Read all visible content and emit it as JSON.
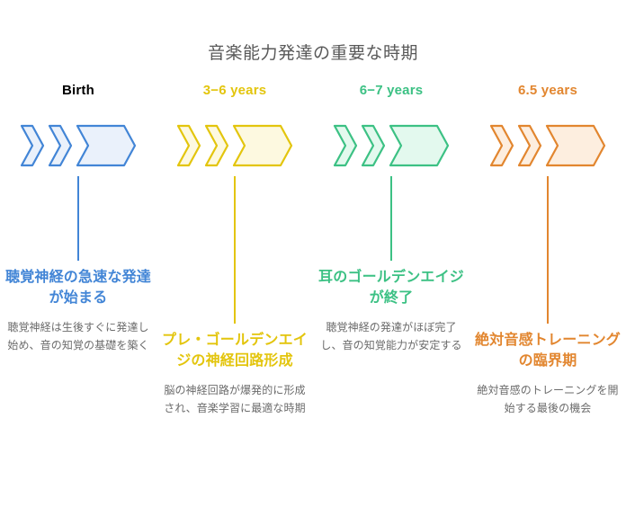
{
  "title": "音楽能力発達の重要な時期",
  "colors": {
    "blue": "#4285d6",
    "blue_fill": "#eaf1fb",
    "yellow": "#e3c50d",
    "yellow_fill": "#fdf9e0",
    "green": "#3cc184",
    "green_fill": "#e3f9ee",
    "orange": "#e2862f",
    "orange_fill": "#fdeedf",
    "title_color": "#595959",
    "desc_color": "#6b6b6b",
    "background": "#ffffff"
  },
  "columns": [
    {
      "period": "Birth",
      "color_key": "blue",
      "headline": "聴覚神経の急速な発達が始まる",
      "description": "聴覚神経は生後すぐに発達し始め、音の知覚の基礎を築く",
      "block_position": "high",
      "connector_length": "short"
    },
    {
      "period": "3−6 years",
      "color_key": "yellow",
      "headline": "プレ・ゴールデンエイジの神経回路形成",
      "description": "脳の神経回路が爆発的に形成され、音楽学習に最適な時期",
      "block_position": "low",
      "connector_length": "long"
    },
    {
      "period": "6−7 years",
      "color_key": "green",
      "headline": "耳のゴールデンエイジが終了",
      "description": "聴覚神経の発達がほぼ完了し、音の知覚能力が安定する",
      "block_position": "high",
      "connector_length": "short"
    },
    {
      "period": "6.5 years",
      "color_key": "orange",
      "headline": "絶対音感トレーニングの臨界期",
      "description": "絶対音感のトレーニングを開始する最後の機会",
      "block_position": "low",
      "connector_length": "long"
    }
  ]
}
